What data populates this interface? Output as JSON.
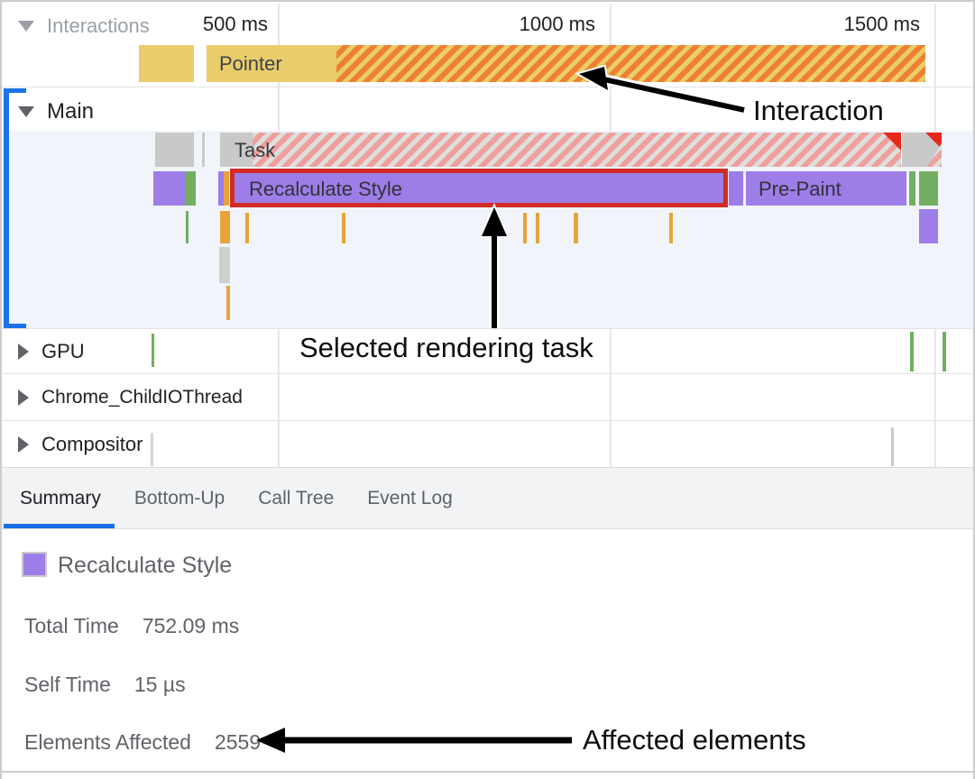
{
  "ruler": {
    "labels": [
      "500 ms",
      "1000 ms",
      "1500 ms"
    ]
  },
  "tracks": {
    "interactions": {
      "label": "Interactions",
      "pointer_bar": "Pointer"
    },
    "main": {
      "label": "Main",
      "task_bar": "Task",
      "selected_bar": "Recalculate Style",
      "pre_paint_bar": "Pre-Paint"
    },
    "gpu": {
      "label": "GPU"
    },
    "chrome_child_io": {
      "label": "Chrome_ChildIOThread"
    },
    "compositor": {
      "label": "Compositor"
    }
  },
  "tabs": {
    "items": [
      {
        "label": "Summary",
        "active": true
      },
      {
        "label": "Bottom-Up",
        "active": false
      },
      {
        "label": "Call Tree",
        "active": false
      },
      {
        "label": "Event Log",
        "active": false
      }
    ]
  },
  "summary": {
    "title": "Recalculate Style",
    "rows": [
      {
        "label": "Total Time",
        "value": "752.09 ms"
      },
      {
        "label": "Self Time",
        "value": "15 µs"
      },
      {
        "label": "Elements Affected",
        "value": "2559"
      }
    ]
  },
  "annotations": {
    "interaction": "Interaction",
    "selected_task": "Selected rendering task",
    "affected_elements": "Affected elements"
  },
  "colors": {
    "interaction_yellow": "#e9cd6a",
    "interaction_orange_stripe": "#ee8033",
    "task_gray": "#c9c9c9",
    "task_pink_stripe": "#efa09c",
    "style_purple": "#9d7de8",
    "paint_green": "#74ae63",
    "script_orange": "#e9a33b",
    "selection_red": "#d02c24",
    "accent_blue": "#1a73e8",
    "main_track_bg": "#f1f5fb"
  }
}
